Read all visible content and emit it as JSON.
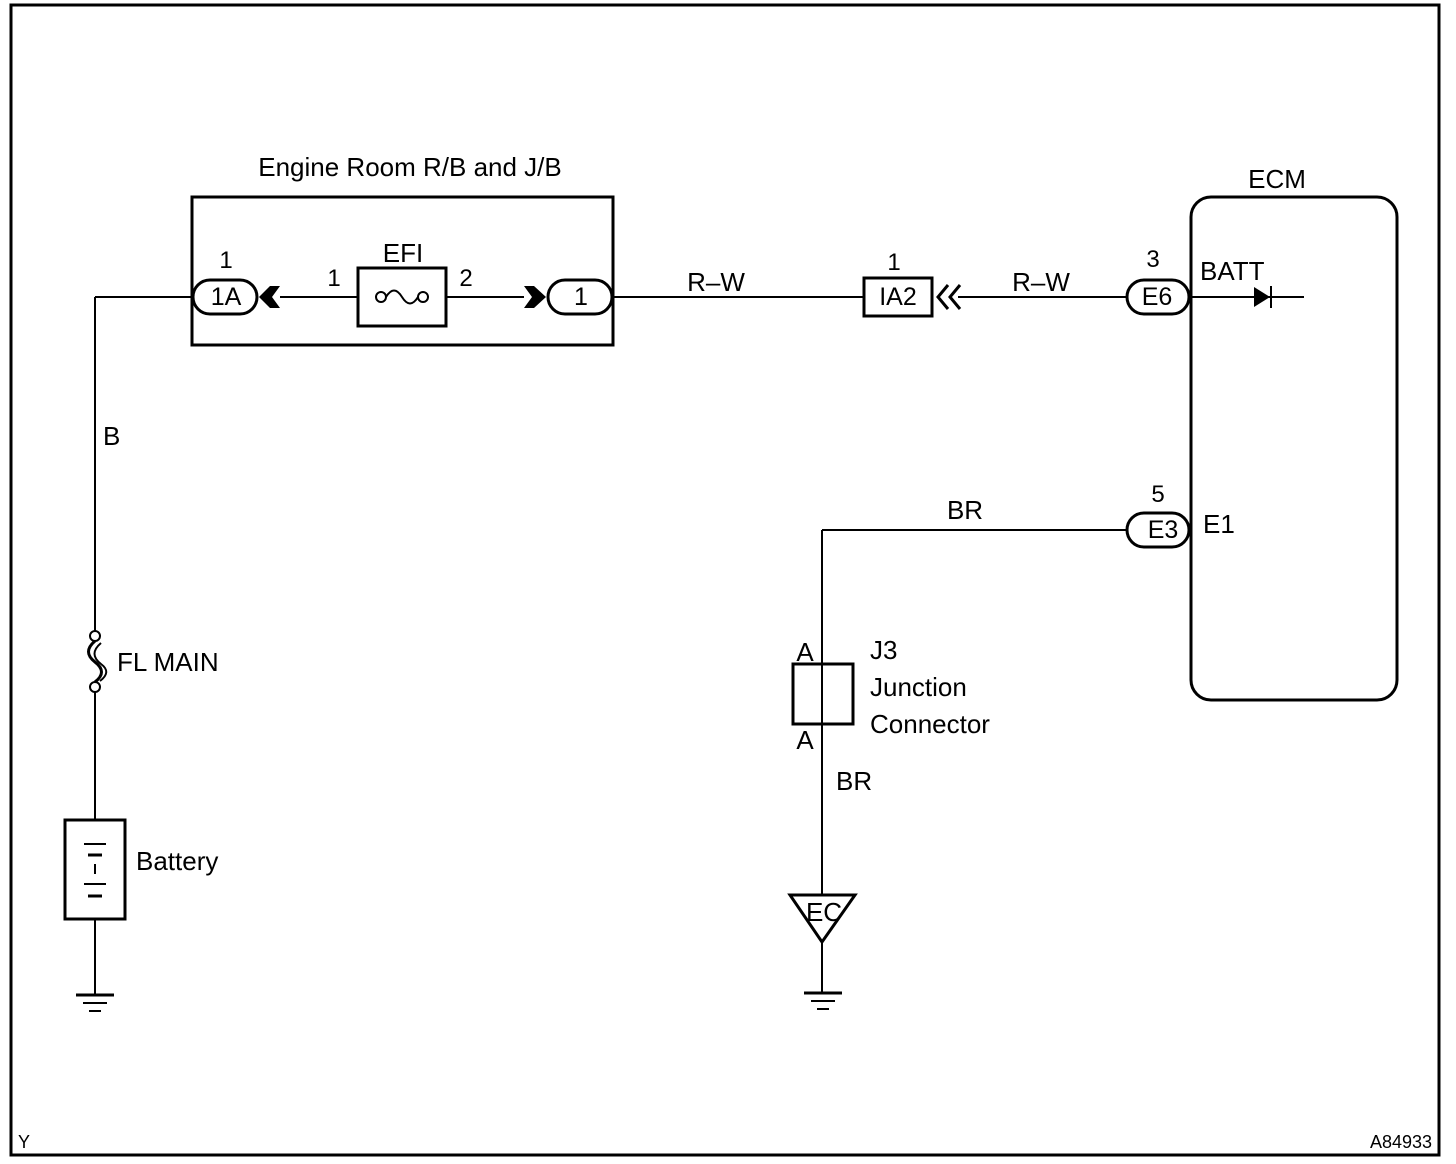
{
  "frame": {
    "corner_left": "Y",
    "corner_right": "A84933"
  },
  "relay_box": {
    "title": "Engine Room R/B and J/B",
    "left_connector": "1A",
    "left_connector_pin": "1",
    "fuse_name": "EFI",
    "fuse_pin_in": "1",
    "fuse_pin_out": "2",
    "right_connector": "1"
  },
  "wires": {
    "rw_1": "R–W",
    "rw_2": "R–W",
    "b": "B",
    "br_top": "BR",
    "br_bottom": "BR"
  },
  "connector_ia2": {
    "label": "IA2",
    "pin": "1"
  },
  "ecm": {
    "title": "ECM",
    "batt_connector": "E6",
    "batt_pin": "3",
    "batt_terminal": "BATT",
    "e1_connector": "E3",
    "e1_pin": "5",
    "e1_terminal": "E1"
  },
  "fl_main": {
    "label": "FL MAIN"
  },
  "battery": {
    "label": "Battery"
  },
  "junction": {
    "name": "J3",
    "line2": "Junction",
    "line3": "Connector",
    "pin_top": "A",
    "pin_bottom": "A"
  },
  "ground_ec": {
    "label": "EC"
  }
}
